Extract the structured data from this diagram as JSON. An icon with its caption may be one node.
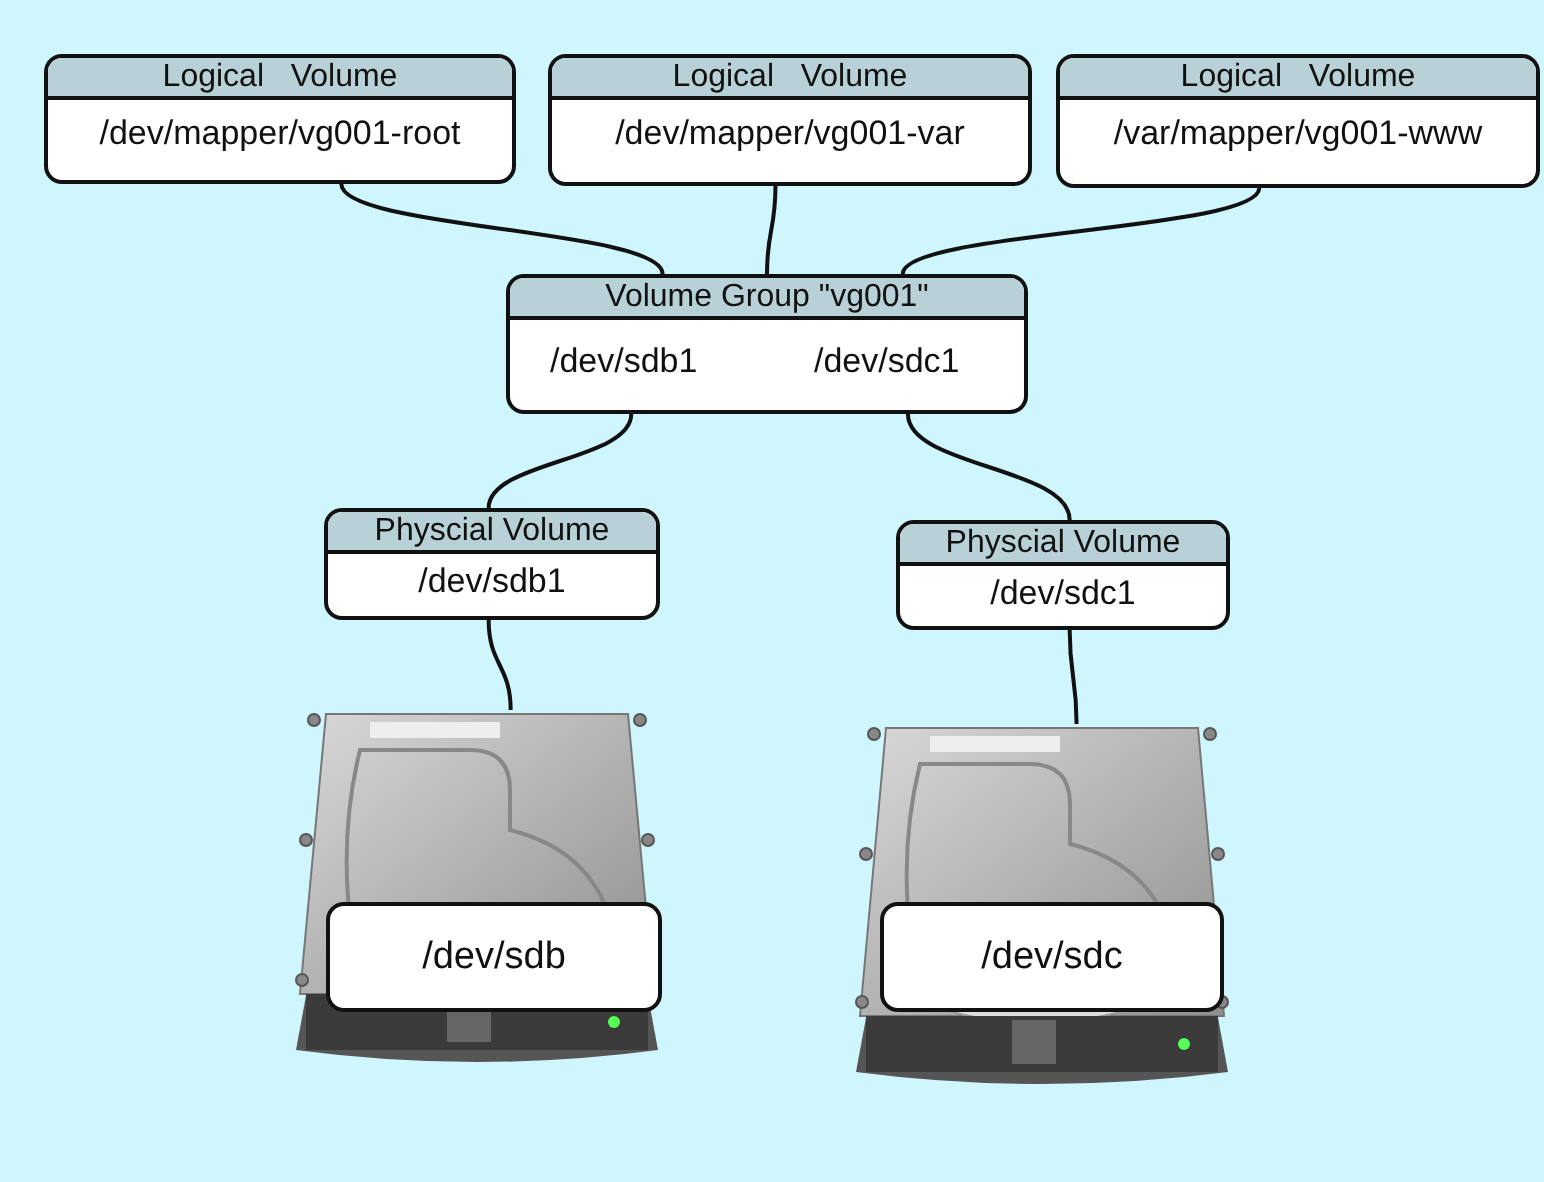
{
  "diagram": {
    "nodes": [
      {
        "text": [
          "Logical   Volume",
          "/dev/mapper/vg001-root"
        ]
      },
      {
        "text": [
          "Logical   Volume",
          "/dev/mapper/vg001-var"
        ]
      },
      {
        "text": [
          "Logical   Volume",
          "/var/mapper/vg001-www"
        ]
      },
      {
        "text": [
          "Volume Group \"vg001\"",
          "/dev/sdb1",
          "/dev/sdc1"
        ]
      },
      {
        "text": [
          "Physcial Volume",
          "/dev/sdb1"
        ]
      },
      {
        "text": [
          "Physcial Volume",
          "/dev/sdc1"
        ]
      },
      {
        "text": [
          "/dev/sdb"
        ]
      },
      {
        "text": [
          "/dev/sdc"
        ]
      }
    ],
    "edges": [
      {
        "from": 0,
        "to": 3,
        "arrow": "none"
      },
      {
        "from": 1,
        "to": 3,
        "arrow": "none"
      },
      {
        "from": 2,
        "to": 3,
        "arrow": "none"
      },
      {
        "from": 3,
        "to": 4,
        "arrow": "none"
      },
      {
        "from": 3,
        "to": 5,
        "arrow": "none"
      },
      {
        "from": 4,
        "to": 6,
        "arrow": "none"
      },
      {
        "from": 5,
        "to": 7,
        "arrow": "none"
      }
    ]
  }
}
